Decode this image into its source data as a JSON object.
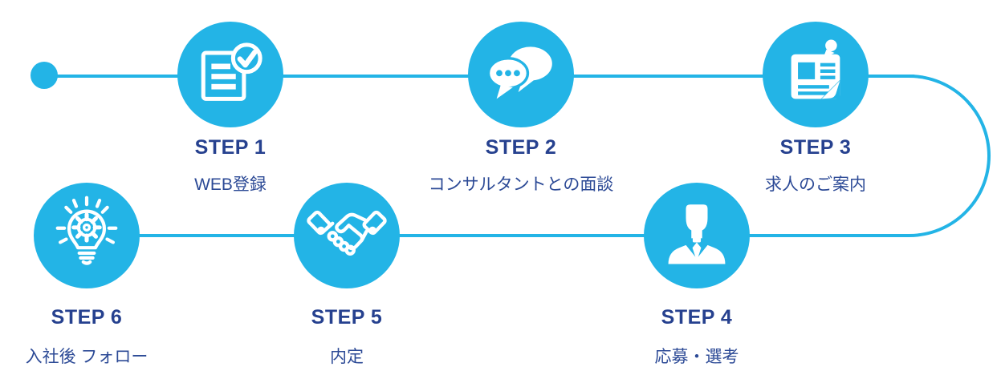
{
  "colors": {
    "accent": "#23b4e6",
    "step_label": "#26418f",
    "desc_label": "#2c4a96",
    "icon_foreground": "#ffffff",
    "background": "#ffffff"
  },
  "diagram": {
    "kind": "recruitment-process-flow",
    "step_count": 6,
    "flow": "top row left-to-right (start dot, steps 1-3), right-side U-curve down, bottom row right-to-left (steps 4-6)"
  },
  "steps": [
    {
      "label": "STEP 1",
      "desc": "WEB登録",
      "icon": "document-check-icon",
      "row": "top"
    },
    {
      "label": "STEP 2",
      "desc": "コンサルタントとの面談",
      "icon": "chat-bubbles-icon",
      "row": "top"
    },
    {
      "label": "STEP 3",
      "desc": "求人のご案内",
      "icon": "job-listing-pin-icon",
      "row": "top"
    },
    {
      "label": "STEP 4",
      "desc": "応募・選考",
      "icon": "businessman-icon",
      "row": "bottom"
    },
    {
      "label": "STEP 5",
      "desc": "内定",
      "icon": "handshake-icon",
      "row": "bottom"
    },
    {
      "label": "STEP 6",
      "desc": "入社後 フォロー",
      "icon": "lightbulb-gear-icon",
      "row": "bottom"
    }
  ]
}
